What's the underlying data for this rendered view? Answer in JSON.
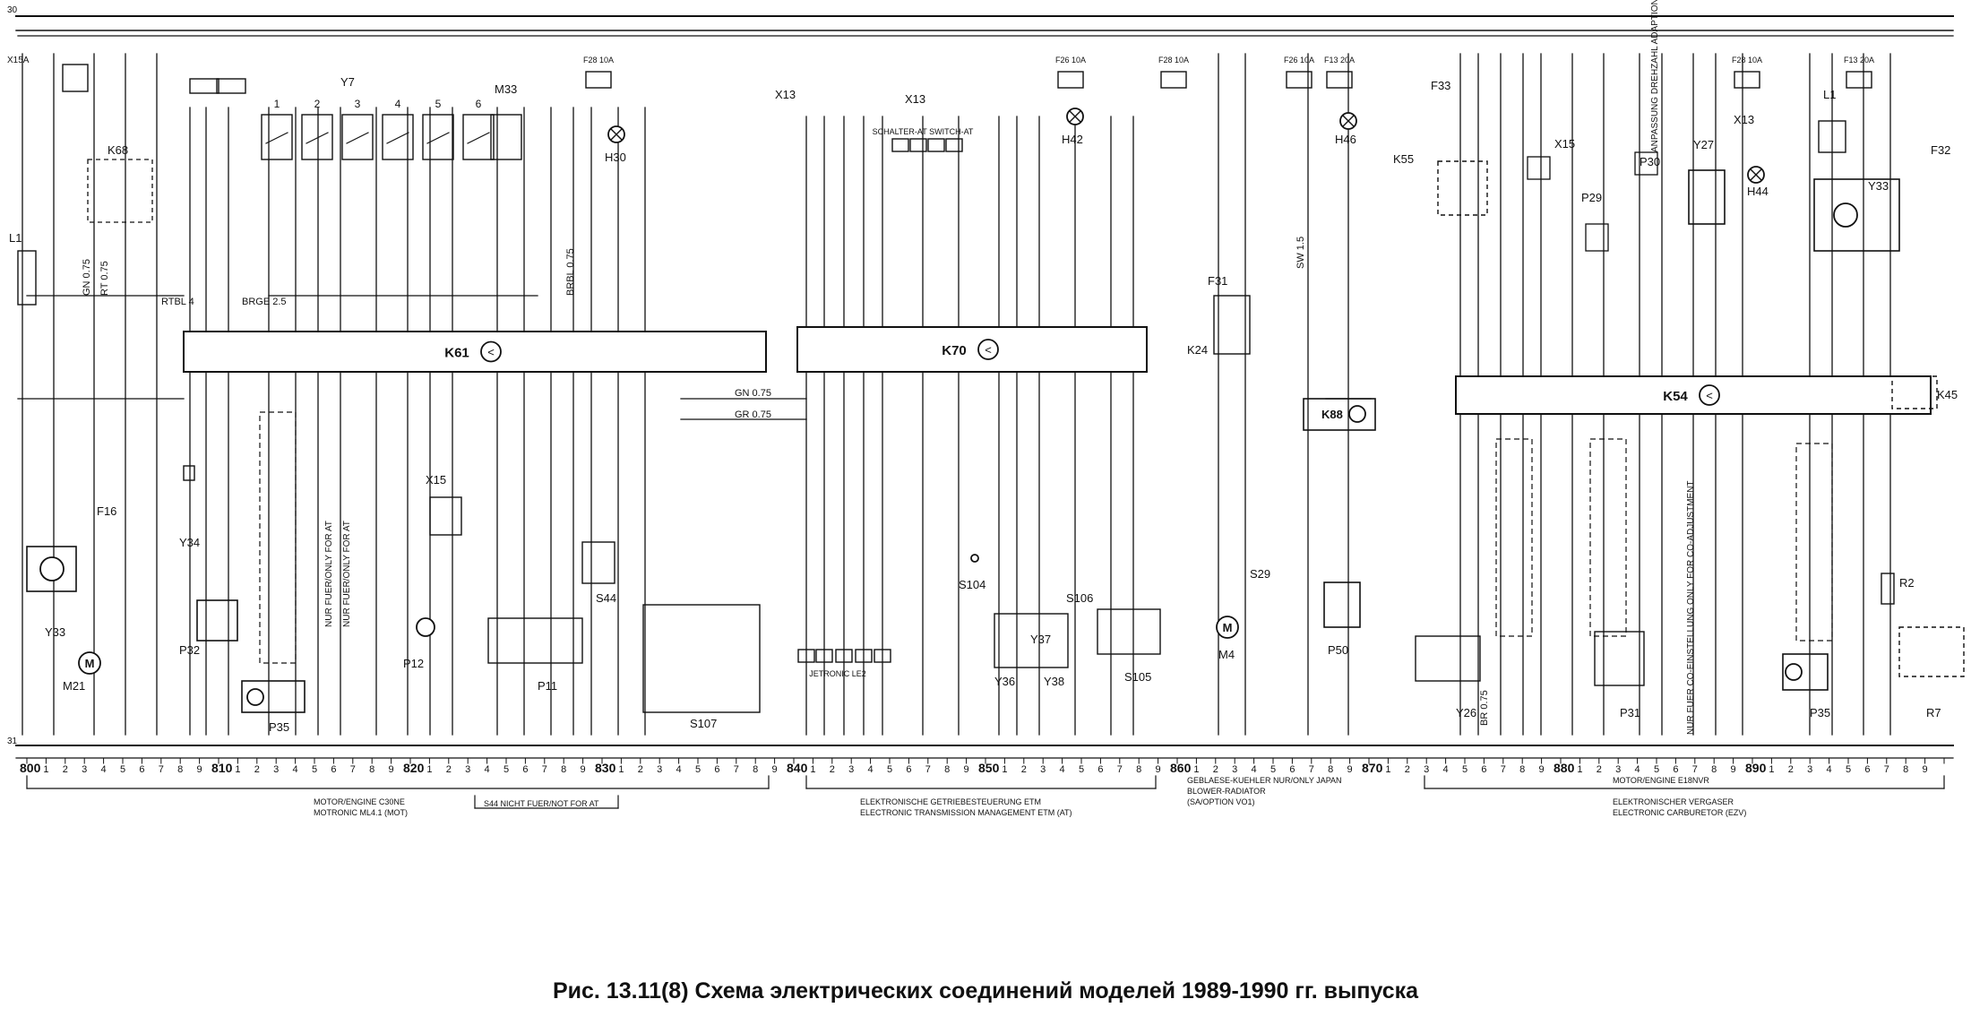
{
  "caption": "Рис. 13.11(8) Схема электрических соединений моделей 1989-1990 гг. выпуска",
  "rails": {
    "top_left": "30",
    "mid_left": "X15A",
    "bottom_left": "31"
  },
  "sections": [
    {
      "id": "motronic",
      "lines": [
        "MOTOR/ENGINE C30NE",
        "MOTRONIC ML4.1 (MOT)"
      ]
    },
    {
      "id": "s44",
      "lines": [
        "S44 NICHT FUER/NOT FOR AT"
      ]
    },
    {
      "id": "etm",
      "lines": [
        "ELEKTRONISCHE GETRIEBESTEUERUNG ETM",
        "ELECTRONIC TRANSMISSION MANAGEMENT ETM    (AT)"
      ]
    },
    {
      "id": "blower",
      "lines": [
        "GEBLAESE-KUEHLER   NUR/ONLY JAPAN",
        "BLOWER-RADIATOR",
        "(SA/OPTION VO1)"
      ]
    },
    {
      "id": "ezv",
      "lines": [
        "MOTOR/ENGINE E18NVR",
        "ELEKTRONISCHER VERGASER",
        "ELECTRONIC CARBURETOR     (EZV)"
      ]
    }
  ],
  "scale_marks": [
    "800",
    "810",
    "820",
    "830",
    "840",
    "850",
    "860",
    "870",
    "880",
    "890"
  ],
  "components": {
    "K61": "K61",
    "K70": "K70",
    "K54": "K54",
    "K68": "K68",
    "K24": "K24",
    "K55": "K55",
    "K45": "K45",
    "K88": "K88",
    "Y7": "Y7",
    "M33": "M33",
    "L1": "L1",
    "Y33": "Y33",
    "Y34": "Y34",
    "F16": "F16",
    "M21": "M21",
    "P32": "P32",
    "P35": "P35",
    "P12": "P12",
    "P11": "P11",
    "S44": "S44",
    "S107": "S107",
    "H30": "H30",
    "X13": "X13",
    "X15": "X15",
    "S104": "S104",
    "Y36": "Y36",
    "Y37": "Y37",
    "Y38": "Y38",
    "S106": "S106",
    "S105": "S105",
    "H42": "H42",
    "F31": "F31",
    "M4": "M4",
    "S29": "S29",
    "P50": "P50",
    "H46": "H46",
    "F33": "F33",
    "P30": "P30",
    "P29": "P29",
    "Y27": "Y27",
    "H44": "H44",
    "Y26": "Y26",
    "P31": "P31",
    "R2": "R2",
    "R7": "R7",
    "F32": "F32",
    "JETRONIC": "JETRONIC LE2",
    "SCHALTER": "SCHALTER-AT SWITCH-AT"
  },
  "fuses": [
    "F28 10A",
    "F26 10A",
    "F28 10A",
    "F26 10A",
    "F13 20A",
    "F28 10A",
    "F13 20A"
  ],
  "wire_labels": [
    "GN 0.75",
    "GR 0.75",
    "RTBL 4",
    "BRGE 2.5",
    "BR 0.75",
    "RT 0.75",
    "SW 1.5",
    "BRBL 0.75",
    "NUR FUER/ONLY FOR AT",
    "NUR FUER CO-EINSTELLUNG ONLY FOR CO-ADJUSTMENT",
    "ANPASSUNG DREHZAHL ADAPTION REVOLUTION"
  ]
}
